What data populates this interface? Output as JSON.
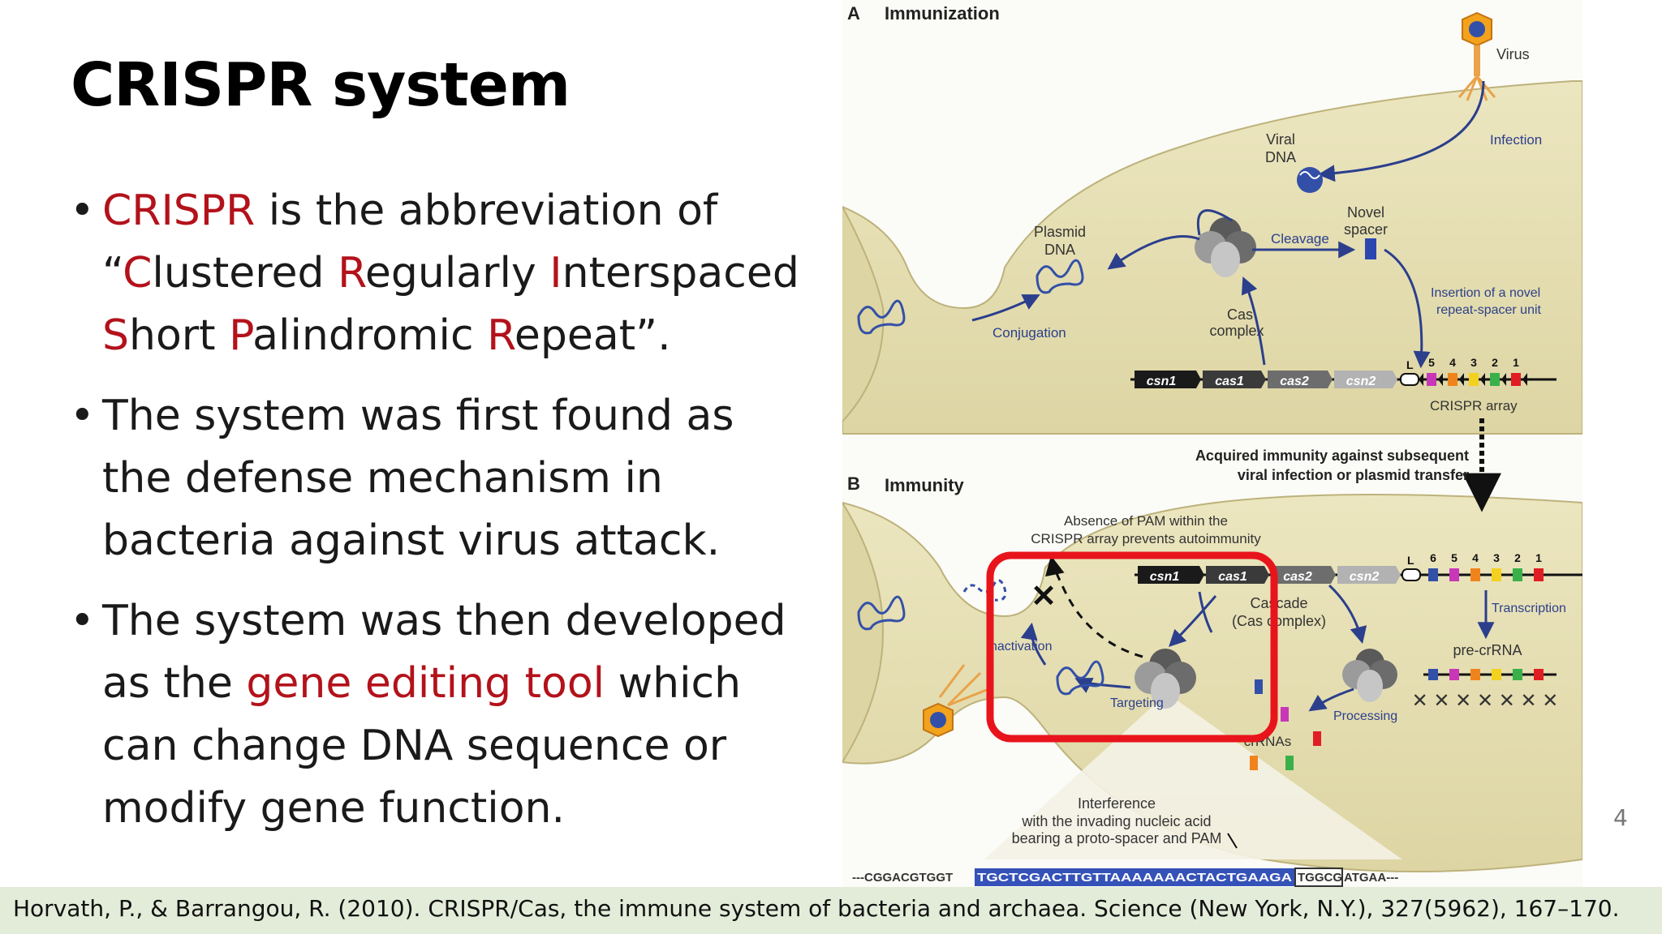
{
  "slide": {
    "title": "CRISPR system",
    "page_number": "4",
    "bullets": [
      {
        "parts": [
          {
            "text": "CRISPR",
            "red": true
          },
          {
            "text": " is the abbreviation of “",
            "red": false
          },
          {
            "text": "C",
            "red": true
          },
          {
            "text": "lustered ",
            "red": false
          },
          {
            "text": "R",
            "red": true
          },
          {
            "text": "egularly ",
            "red": false
          },
          {
            "text": "I",
            "red": true
          },
          {
            "text": "nterspaced ",
            "red": false
          },
          {
            "text": "S",
            "red": true
          },
          {
            "text": "hort ",
            "red": false
          },
          {
            "text": "P",
            "red": true
          },
          {
            "text": "alindromic ",
            "red": false
          },
          {
            "text": "R",
            "red": true
          },
          {
            "text": "epeat”.",
            "red": false
          }
        ]
      },
      {
        "parts": [
          {
            "text": "The system was first found as the defense mechanism in bacteria against virus attack.",
            "red": false
          }
        ]
      },
      {
        "parts": [
          {
            "text": "The system was then developed as the ",
            "red": false
          },
          {
            "text": "gene editing tool",
            "red": true
          },
          {
            "text": " which can change DNA sequence or modify gene function.",
            "red": false
          }
        ]
      }
    ],
    "citation": "Horvath, P., & Barrangou, R. (2010). CRISPR/Cas, the immune system of bacteria and archaea. Science (New York, N.Y.), 327(5962), 167–170.",
    "bullet_symbol": "•",
    "colors": {
      "accent_red": "#b3121b",
      "citation_bg": "#e3ecd9",
      "highlight_box": "#e8141c"
    }
  },
  "figure": {
    "panel_a": {
      "letter": "A",
      "title": "Immunization",
      "virus": "Virus",
      "infection": "Infection",
      "viral_dna": [
        "Viral",
        "DNA"
      ],
      "novel_spacer": [
        "Novel",
        "spacer"
      ],
      "plasmid_dna": [
        "Plasmid",
        "DNA"
      ],
      "cleavage": "Cleavage",
      "insertion": [
        "Insertion of a novel",
        "repeat-spacer unit"
      ],
      "cas_complex": [
        "Cas",
        "complex"
      ],
      "conjugation": "Conjugation",
      "genes": [
        "csn1",
        "cas1",
        "cas2",
        "csn2"
      ],
      "leader": "L",
      "spacer_numbers": [
        "5",
        "4",
        "3",
        "2",
        "1"
      ],
      "crispr_array": "CRISPR array"
    },
    "transition": [
      "Acquired immunity against subsequent",
      "viral infection or plasmid transfer"
    ],
    "panel_b": {
      "letter": "B",
      "title": "Immunity",
      "pam_note": [
        "Absence of PAM within the",
        "CRISPR array prevents autoimmunity"
      ],
      "genes": [
        "csn1",
        "cas1",
        "cas2",
        "csn2"
      ],
      "leader": "L",
      "spacer_numbers": [
        "6",
        "5",
        "4",
        "3",
        "2",
        "1"
      ],
      "transcription": "Transcription",
      "cascade": [
        "Cascade",
        "(Cas complex)"
      ],
      "inactivation": "Inactivation",
      "targeting": "Targeting",
      "pre_crrna": "pre-crRNA",
      "processing": "Processing",
      "crrnas": "crRNAs",
      "interference": [
        "Interference",
        "with the invading nucleic acid",
        "bearing a proto-spacer and PAM"
      ],
      "seq_left": "---CGGACGTGGT",
      "seq_protospacer": "TGCTCGACTTGTTAAAAAAACTACTGAAGA",
      "seq_pam": "TGGCG",
      "seq_right": "ATGAA---"
    }
  }
}
